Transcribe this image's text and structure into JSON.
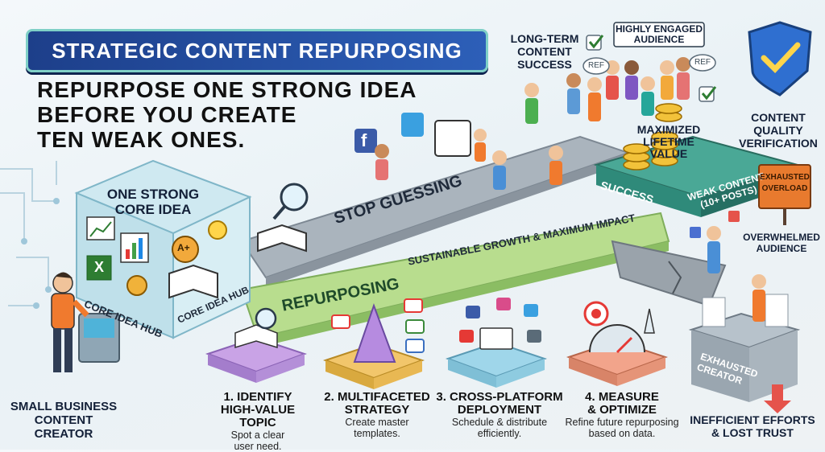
{
  "header": {
    "title": "STRATEGIC CONTENT REPURPOSING",
    "headline_lines": [
      "REPURPOSE ONE STRONG IDEA",
      "BEFORE YOU CREATE",
      "TEN WEAK ONES."
    ]
  },
  "core": {
    "title_lines": [
      "ONE STRONG",
      "CORE IDEA"
    ],
    "hub_label_front": "CORE IDEA HUB",
    "hub_label_side": "CORE IDEA HUB"
  },
  "creator": {
    "label_lines": [
      "SMALL BUSINESS",
      "CONTENT",
      "CREATOR"
    ]
  },
  "paths": {
    "stop_guessing": "STOP GUESSING",
    "sustainable": "SUSTAINABLE GROWTH & MAXIMUM IMPACT",
    "repurposing": "REPURPOSING"
  },
  "success": {
    "platform_success": "SUCCESS",
    "weak_content_lines": [
      "WEAK CONTENT",
      "(10+ POSTS)"
    ],
    "maximized_lines": [
      "MAXIMIZED",
      "LIFETIME",
      "VALUE"
    ],
    "long_term_lines": [
      "LONG-TERM",
      "CONTENT",
      "SUCCESS"
    ],
    "engaged_lines": [
      "HIGHLY ENGAGED",
      "AUDIENCE"
    ],
    "ref1": "REF",
    "ref2": "REF",
    "quality_lines": [
      "CONTENT",
      "QUALITY",
      "VERIFICATION"
    ]
  },
  "failure": {
    "exhausted_sign_lines": [
      "EXHAUSTED",
      "OVERLOAD"
    ],
    "overwhelmed_lines": [
      "OVERWHELMED",
      "AUDIENCE"
    ],
    "exhausted_creator_lines": [
      "EXHAUSTED",
      "CREATOR"
    ],
    "inefficient_lines": [
      "INEFFICIENT EFFORTS",
      "& LOST TRUST"
    ]
  },
  "steps": [
    {
      "title_lines": [
        "1. IDENTIFY",
        "HIGH-VALUE TOPIC"
      ],
      "desc_lines": [
        "Spot a clear",
        "user need."
      ]
    },
    {
      "title_lines": [
        "2. MULTIFACETED",
        "STRATEGY"
      ],
      "desc_lines": [
        "Create master",
        "templates."
      ]
    },
    {
      "title_lines": [
        "3. CROSS-PLATFORM",
        "DEPLOYMENT"
      ],
      "desc_lines": [
        "Schedule & distribute",
        "efficiently."
      ]
    },
    {
      "title_lines": [
        "4. MEASURE",
        "& OPTIMIZE"
      ],
      "desc_lines": [
        "Refine future repurposing",
        "based on data."
      ]
    }
  ],
  "icons": {
    "facebook": "f",
    "badge": "A+",
    "excel": "X"
  },
  "colors": {
    "banner": "#1d3f8a",
    "road_gray": "#a9b3bb",
    "road_green": "#b6dc8a",
    "step1": "#c9a3e6",
    "step2": "#f2c66b",
    "step3": "#9fd6ea",
    "step4": "#f2a48b",
    "success_platform": "#2f8a7a",
    "shield": "#2f6fd0"
  }
}
